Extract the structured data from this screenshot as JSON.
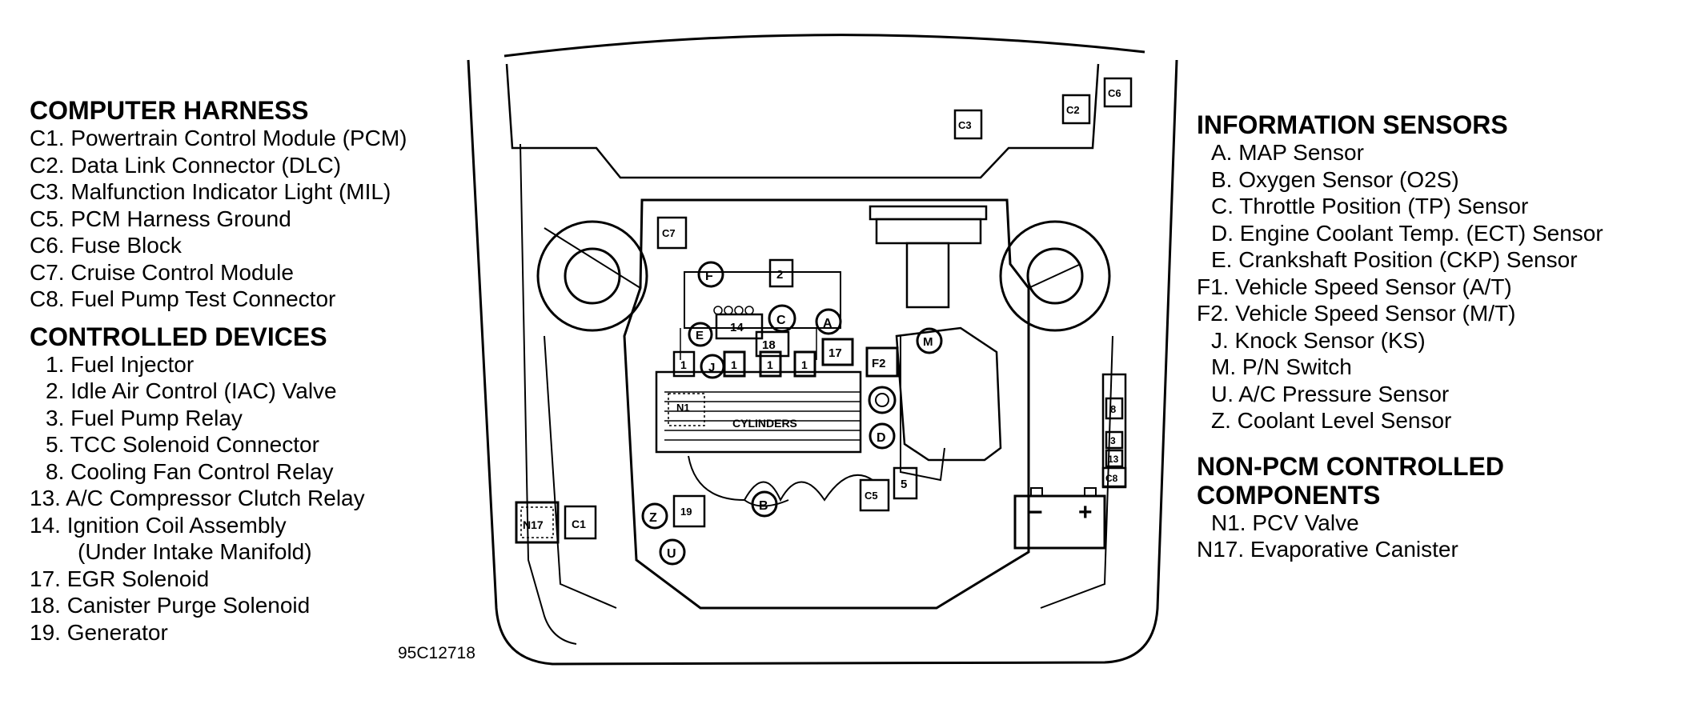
{
  "computer_harness": {
    "heading": "COMPUTER HARNESS",
    "items": [
      "C1. Powertrain Control Module (PCM)",
      "C2. Data Link Connector (DLC)",
      "C3. Malfunction Indicator Light (MIL)",
      "C5. PCM Harness Ground",
      "C6. Fuse Block",
      "C7. Cruise Control Module",
      "C8. Fuel Pump Test Connector"
    ]
  },
  "controlled_devices": {
    "heading": "CONTROLLED DEVICES",
    "items": [
      "1. Fuel Injector",
      "2. Idle Air Control (IAC) Valve",
      "3. Fuel Pump Relay",
      "5. TCC Solenoid Connector",
      "8. Cooling Fan Control Relay",
      "13. A/C Compressor Clutch Relay",
      "14. Ignition Coil Assembly",
      "(Under Intake Manifold)",
      "17. EGR Solenoid",
      "18. Canister Purge Solenoid",
      "19. Generator"
    ]
  },
  "information_sensors": {
    "heading": "INFORMATION SENSORS",
    "items": [
      "A. MAP Sensor",
      "B. Oxygen Sensor (O2S)",
      "C. Throttle Position (TP) Sensor",
      "D. Engine Coolant Temp. (ECT) Sensor",
      "E. Crankshaft Position (CKP) Sensor",
      "F1. Vehicle Speed Sensor (A/T)",
      "F2. Vehicle Speed Sensor (M/T)",
      "J. Knock Sensor (KS)",
      "M. P/N Switch",
      "U. A/C Pressure Sensor",
      "Z. Coolant Level Sensor"
    ]
  },
  "non_pcm": {
    "heading_line1": "NON-PCM CONTROLLED",
    "heading_line2": "COMPONENTS",
    "items": [
      "N1. PCV Valve",
      "N17. Evaporative Canister"
    ]
  },
  "diagram": {
    "figure_number": "95C12718",
    "cylinders_label": "CYLINDERS",
    "box_labels": {
      "c1": "C1",
      "c2": "C2",
      "c3": "C3",
      "c5": "C5",
      "c6": "C6",
      "c7": "C7",
      "c8": "C8",
      "n1": "N1",
      "n17": "N17",
      "r2": "2",
      "r14": "14",
      "r18": "18",
      "r17": "17",
      "r19": "19",
      "r5": "5",
      "r8": "8",
      "r3": "3",
      "r13": "13",
      "inj1": "1",
      "inj2": "1",
      "inj3": "1",
      "inj4": "1",
      "f2": "F2"
    },
    "circle_labels": {
      "a": "A",
      "b": "B",
      "c": "C",
      "d": "D",
      "e": "E",
      "j": "J",
      "m": "M",
      "u": "U",
      "z": "Z",
      "f1": "F"
    },
    "battery_minus": "−",
    "battery_plus": "+"
  }
}
